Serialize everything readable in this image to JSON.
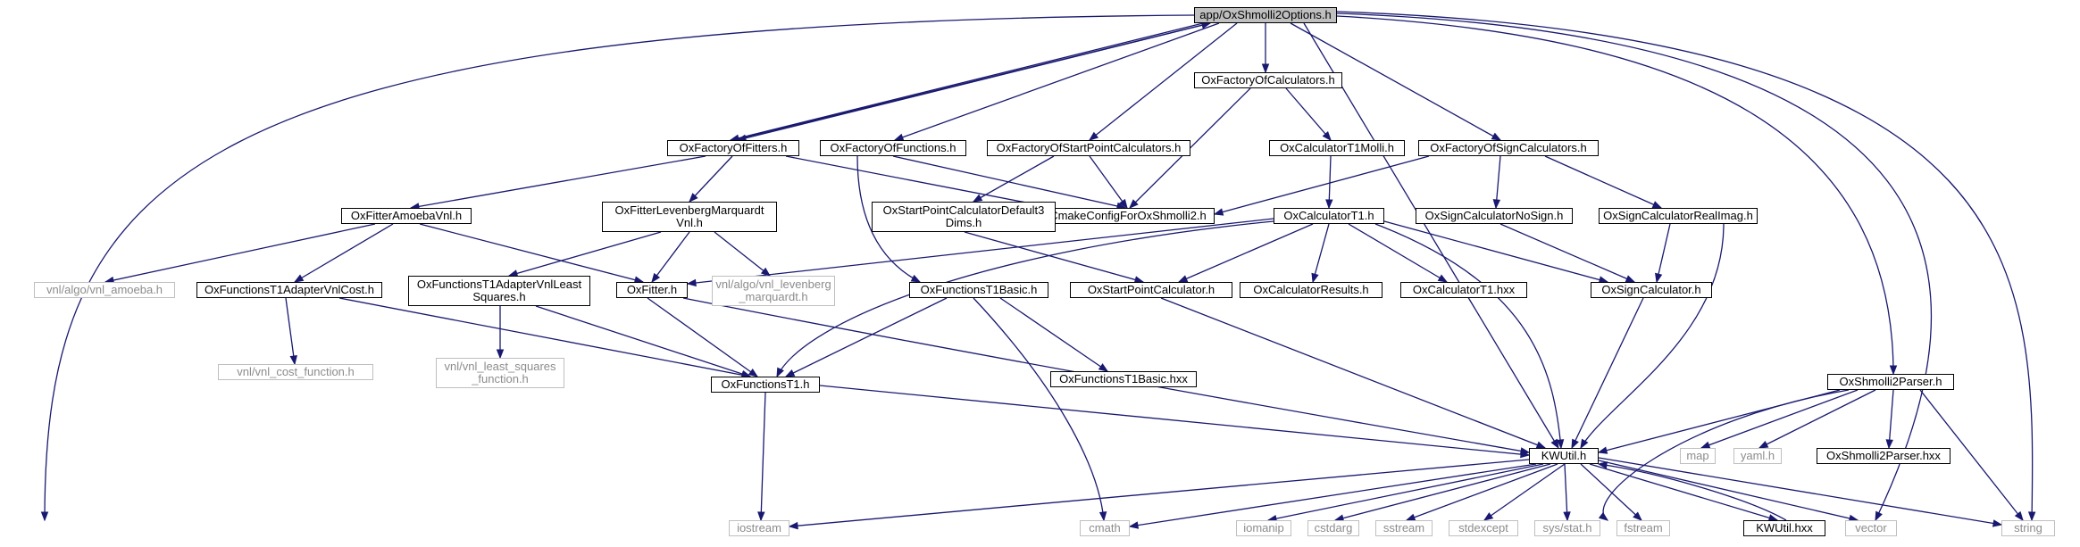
{
  "graph": {
    "title": "app/OxShmolli2Options.h",
    "colors": {
      "edge": "#191970",
      "root_fill": "#bfbfbf",
      "external_border": "#bfbfbf",
      "external_text": "#8c8c8c"
    },
    "nodes": {
      "root": "app/OxShmolli2Options.h",
      "factory_fitters": "OxFactoryOfFitters.h",
      "factory_functions": "OxFactoryOfFunctions.h",
      "factory_startpoint": "OxFactoryOfStartPointCalculators.h",
      "factory_calculators": "OxFactoryOfCalculators.h",
      "factory_sign": "OxFactoryOfSignCalculators.h",
      "shmolli2_parser": "OxShmolli2Parser.h",
      "calc_t1_molli": "OxCalculatorT1Molli.h",
      "cmake_config": "CmakeConfigForOxShmolli2.h",
      "fitter_amoeba": "OxFitterAmoebaVnl.h",
      "fitter_lm": "OxFitterLevenbergMarquardt\nVnl.h",
      "startpoint_default": "OxStartPointCalculatorDefault3\nDims.h",
      "calc_t1": "OxCalculatorT1.h",
      "sign_nosign": "OxSignCalculatorNoSign.h",
      "sign_realimag": "OxSignCalculatorRealImag.h",
      "vnl_amoeba": "vnl/algo/vnl_amoeba.h",
      "func_adapter_cost": "OxFunctionsT1AdapterVnlCost.h",
      "func_adapter_lsq": "OxFunctionsT1AdapterVnlLeast\nSquares.h",
      "fitter": "OxFitter.h",
      "vnl_lm": "vnl/algo/vnl_levenberg\n_marquardt.h",
      "func_t1_basic": "OxFunctionsT1Basic.h",
      "startpoint_calc": "OxStartPointCalculator.h",
      "calc_results": "OxCalculatorResults.h",
      "calc_t1_hxx": "OxCalculatorT1.hxx",
      "sign_calc": "OxSignCalculator.h",
      "vnl_cost": "vnl/vnl_cost_function.h",
      "vnl_lsq": "vnl/vnl_least_squares\n_function.h",
      "func_t1": "OxFunctionsT1.h",
      "func_t1_basic_hxx": "OxFunctionsT1Basic.hxx",
      "map": "map",
      "yaml": "yaml.h",
      "parser_hxx": "OxShmolli2Parser.hxx",
      "kwutil": "KWUtil.h",
      "iostream": "iostream",
      "cmath": "cmath",
      "iomanip": "iomanip",
      "cstdarg": "cstdarg",
      "sstream": "sstream",
      "stdexcept": "stdexcept",
      "sysstat": "sys/stat.h",
      "fstream": "fstream",
      "kwutil_hxx": "KWUtil.hxx",
      "vector": "vector",
      "string": "string"
    }
  }
}
